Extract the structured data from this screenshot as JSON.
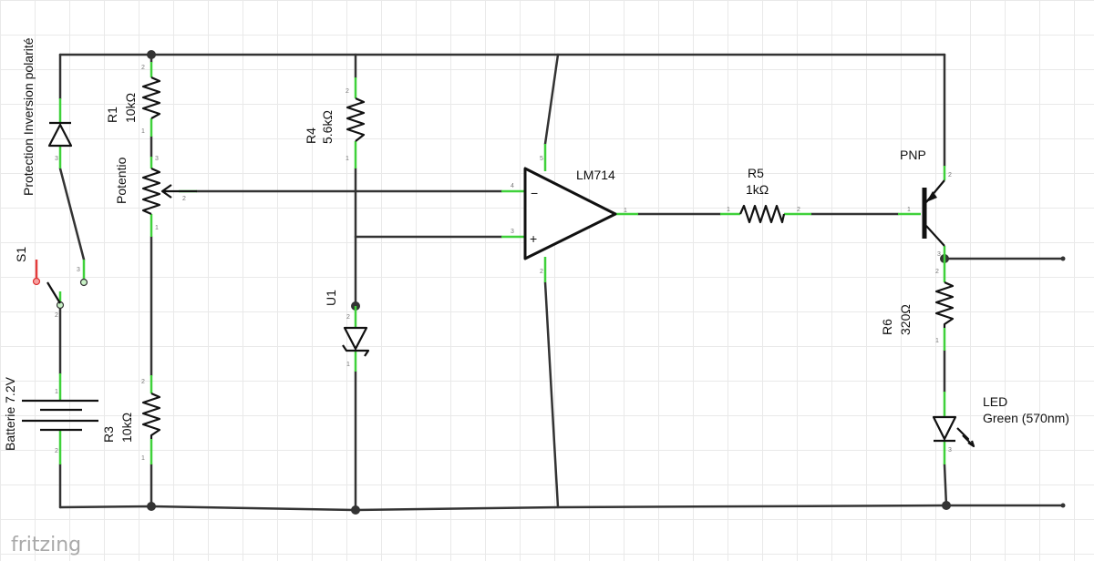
{
  "components": {
    "d_prot": {
      "label": "Protection Inversion polarité",
      "pins": [
        "3"
      ]
    },
    "s1": {
      "label": "S1",
      "pins": [
        "2",
        "3"
      ]
    },
    "batt": {
      "label": "Batterie 7.2V",
      "pins": [
        "1",
        "2"
      ]
    },
    "r1": {
      "name": "R1",
      "value": "10kΩ",
      "pins": [
        "2",
        "1"
      ]
    },
    "pot": {
      "label": "Potentio",
      "pins": [
        "3",
        "2",
        "1"
      ]
    },
    "r3": {
      "name": "R3",
      "value": "10kΩ",
      "pins": [
        "2",
        "1"
      ]
    },
    "r4": {
      "name": "R4",
      "value": "5.6kΩ",
      "pins": [
        "2",
        "1"
      ]
    },
    "u1": {
      "label": "U1",
      "pins": [
        "2",
        "1"
      ]
    },
    "opamp": {
      "label": "LM714",
      "pins": [
        "5",
        "4",
        "3",
        "1",
        "2"
      ],
      "inv": "−",
      "noninv": "+"
    },
    "r5": {
      "name": "R5",
      "value": "1kΩ",
      "pins": [
        "1",
        "2"
      ]
    },
    "q1": {
      "label": "PNP",
      "pins": [
        "2",
        "1",
        "3"
      ]
    },
    "r6": {
      "name": "R6",
      "value": "320Ω",
      "pins": [
        "2",
        "1"
      ]
    },
    "led": {
      "name": "LED",
      "value": "Green (570nm)",
      "pins": [
        "3"
      ]
    }
  },
  "watermark": "fritzing"
}
